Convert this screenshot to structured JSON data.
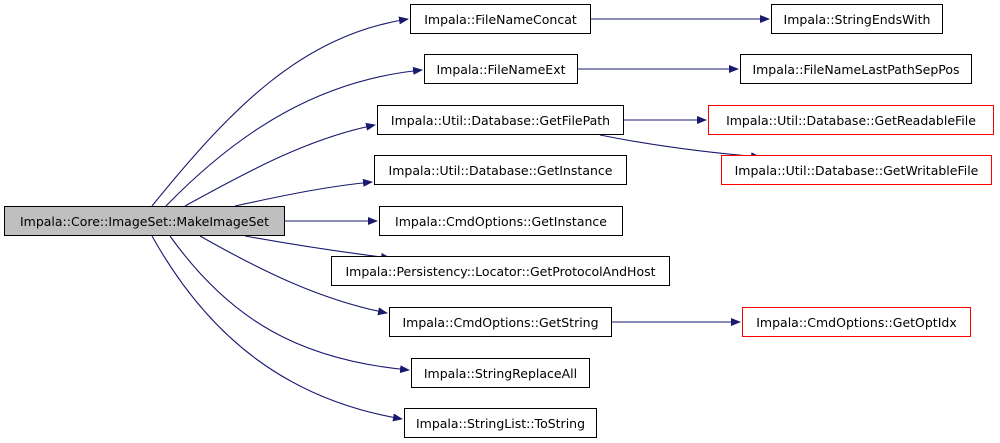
{
  "diagram": {
    "type": "call-graph",
    "edge_color": "#191970",
    "root": {
      "id": "makeimageset",
      "label": "Impala::Core::ImageSet::MakeImageSet",
      "fill": "#bfbfbf"
    },
    "nodes": [
      {
        "id": "filenameconcat",
        "label": "Impala::FileNameConcat",
        "truncated": false
      },
      {
        "id": "stringendswith",
        "label": "Impala::StringEndsWith",
        "truncated": false
      },
      {
        "id": "filenameext",
        "label": "Impala::FileNameExt",
        "truncated": false
      },
      {
        "id": "filenamelastpathseppos",
        "label": "Impala::FileNameLastPathSepPos",
        "truncated": false
      },
      {
        "id": "getfilepath",
        "label": "Impala::Util::Database::GetFilePath",
        "truncated": false
      },
      {
        "id": "getreadablefile",
        "label": "Impala::Util::Database::GetReadableFile",
        "truncated": true
      },
      {
        "id": "getwritablefile",
        "label": "Impala::Util::Database::GetWritableFile",
        "truncated": true
      },
      {
        "id": "db-getinstance",
        "label": "Impala::Util::Database::GetInstance",
        "truncated": false
      },
      {
        "id": "cmd-getinstance",
        "label": "Impala::CmdOptions::GetInstance",
        "truncated": false
      },
      {
        "id": "getprotocolandhost",
        "label": "Impala::Persistency::Locator::GetProtocolAndHost",
        "truncated": false
      },
      {
        "id": "getstring",
        "label": "Impala::CmdOptions::GetString",
        "truncated": false
      },
      {
        "id": "getoptidx",
        "label": "Impala::CmdOptions::GetOptIdx",
        "truncated": true
      },
      {
        "id": "stringreplaceall",
        "label": "Impala::StringReplaceAll",
        "truncated": false
      },
      {
        "id": "tostring",
        "label": "Impala::StringList::ToString",
        "truncated": false
      }
    ],
    "edges": [
      {
        "from": "makeimageset",
        "to": "filenameconcat"
      },
      {
        "from": "makeimageset",
        "to": "filenameext"
      },
      {
        "from": "makeimageset",
        "to": "getfilepath"
      },
      {
        "from": "makeimageset",
        "to": "db-getinstance"
      },
      {
        "from": "makeimageset",
        "to": "cmd-getinstance"
      },
      {
        "from": "makeimageset",
        "to": "getprotocolandhost"
      },
      {
        "from": "makeimageset",
        "to": "getstring"
      },
      {
        "from": "makeimageset",
        "to": "stringreplaceall"
      },
      {
        "from": "makeimageset",
        "to": "tostring"
      },
      {
        "from": "filenameconcat",
        "to": "stringendswith"
      },
      {
        "from": "filenameext",
        "to": "filenamelastpathseppos"
      },
      {
        "from": "getfilepath",
        "to": "getreadablefile"
      },
      {
        "from": "getfilepath",
        "to": "getwritablefile"
      },
      {
        "from": "getstring",
        "to": "getoptidx"
      }
    ]
  }
}
